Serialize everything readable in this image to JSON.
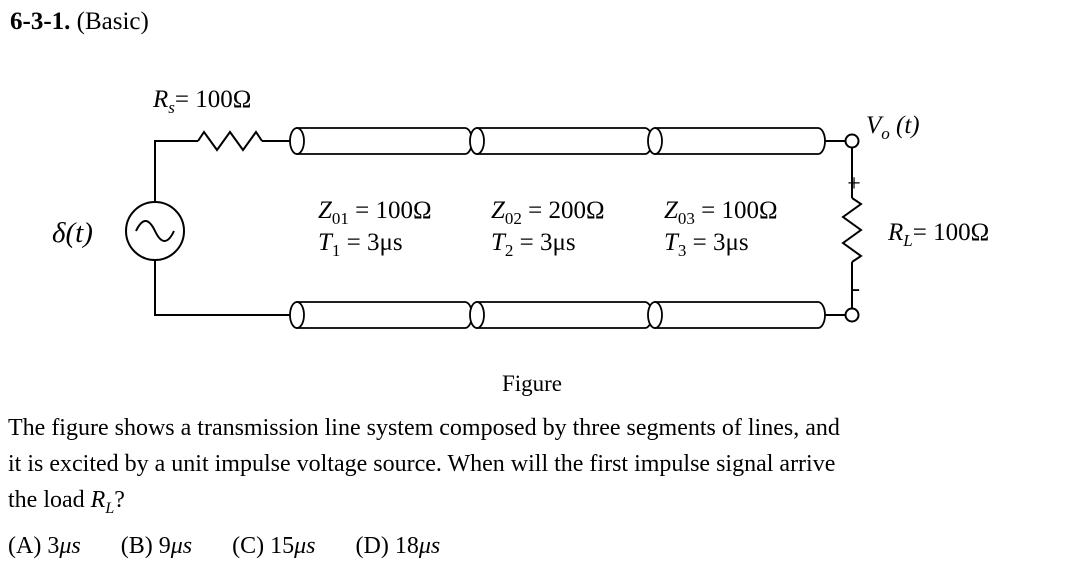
{
  "title": {
    "number": "6-3-1.",
    "label": " (Basic)"
  },
  "figure": {
    "caption": "Figure",
    "source": {
      "label": "δ(t)"
    },
    "rs": {
      "base": "R",
      "sub": "s",
      "rest": "= 100Ω"
    },
    "vo": {
      "base": "V",
      "sub": "o",
      "rest": " (t)"
    },
    "rl": {
      "base": "R",
      "sub": "L",
      "rest": "= 100Ω"
    },
    "polarity": {
      "plus": "+",
      "minus": "-"
    },
    "segments": [
      {
        "z": {
          "base": "Z",
          "sub": "01",
          "rest": " = 100Ω"
        },
        "t": {
          "base": "T",
          "sub": "1",
          "rest": " = 3μs"
        }
      },
      {
        "z": {
          "base": "Z",
          "sub": "02",
          "rest": " = 200Ω"
        },
        "t": {
          "base": "T",
          "sub": "2",
          "rest": " = 3μs"
        }
      },
      {
        "z": {
          "base": "Z",
          "sub": "03",
          "rest": " = 100Ω"
        },
        "t": {
          "base": "T",
          "sub": "3",
          "rest": " = 3μs"
        }
      }
    ]
  },
  "question": {
    "line1": "The figure shows a transmission line system composed by three segments of lines, and",
    "line2": "it is excited by a unit impulse voltage source. When will the first impulse signal arrive",
    "line3": {
      "pre": "the load ",
      "rbase": "R",
      "rsub": "L",
      "post": "?"
    }
  },
  "choices": [
    {
      "text": "(A) 3",
      "unit": "μs"
    },
    {
      "text": "(B) 9",
      "unit": "μs"
    },
    {
      "text": "(C) 15",
      "unit": "μs"
    },
    {
      "text": "(D) 18",
      "unit": "μs"
    }
  ]
}
